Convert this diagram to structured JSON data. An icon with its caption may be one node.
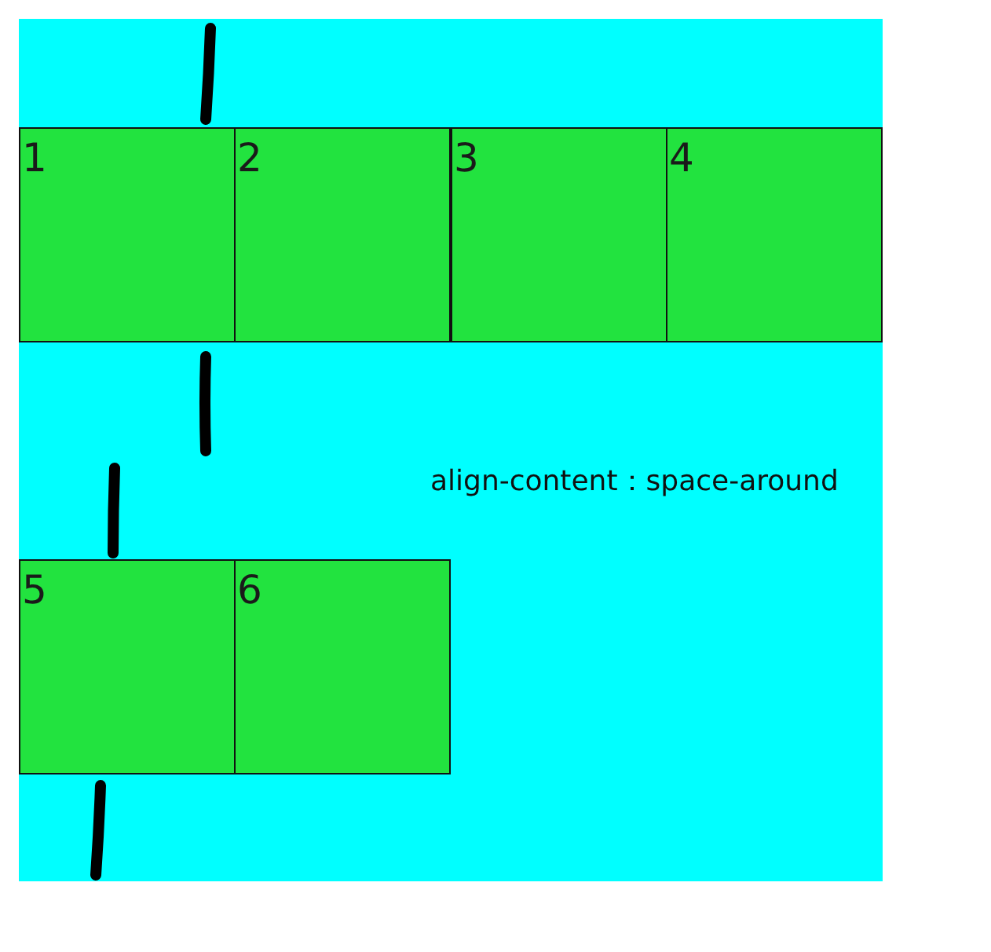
{
  "diagram": {
    "nodes": [
      {
        "text": [
          "align-content：space-around"
        ]
      },
      {
        "text": [
          "1"
        ],
        "in": 0
      },
      {
        "text": [
          "2"
        ],
        "in": 0
      },
      {
        "text": [
          "3"
        ],
        "in": 0
      },
      {
        "text": [
          "4"
        ],
        "in": 0
      },
      {
        "text": [
          "5"
        ],
        "in": 0
      },
      {
        "text": [
          "6"
        ],
        "in": 0
      }
    ]
  }
}
